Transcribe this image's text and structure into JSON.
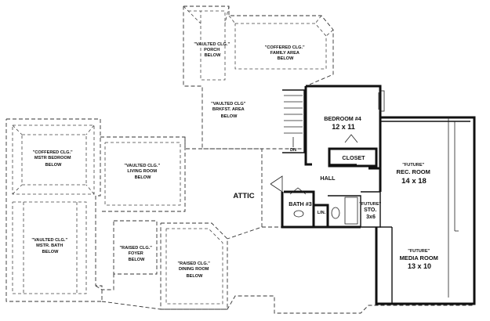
{
  "labels": {
    "porch": [
      "\"VAULTED CLG.\"",
      "PORCH",
      "BELOW"
    ],
    "family": [
      "\"COFFERED CLG.\"",
      "FAMILY AREA",
      "BELOW"
    ],
    "brkfst": [
      "\"VAULTED CLG\"",
      "BRKFST. AREA",
      "BELOW"
    ],
    "mstr_bed": [
      "\"COFFERED CLG.\"",
      "MSTR BEDROOM",
      "BELOW"
    ],
    "living": [
      "\"VAULTED CLG.\"",
      "LIVING ROOM",
      "BELOW"
    ],
    "mstr_bath": [
      "\"VAULTED CLG.\"",
      "MSTR. BATH",
      "BELOW"
    ],
    "foyer": [
      "\"RAISED CLG.\"",
      "FOYER",
      "BELOW"
    ],
    "dining": [
      "\"RAISED CLG.\"",
      "DINING ROOM",
      "BELOW"
    ],
    "attic": "ATTIC",
    "dn": "DN",
    "bedroom4": [
      "BEDROOM #4",
      "12 x 11"
    ],
    "closet": "CLOSET",
    "hall": "HALL",
    "bath3": "BATH #3",
    "lin": "LIN.",
    "future_sto": [
      "\"FUTURE\"",
      "STO.",
      "3x6"
    ],
    "rec_room": [
      "\"FUTURE\"",
      "REC. ROOM",
      "14 x 18"
    ],
    "media_room": [
      "\"FUTURE\"",
      "MEDIA ROOM",
      "13 x 10"
    ]
  }
}
